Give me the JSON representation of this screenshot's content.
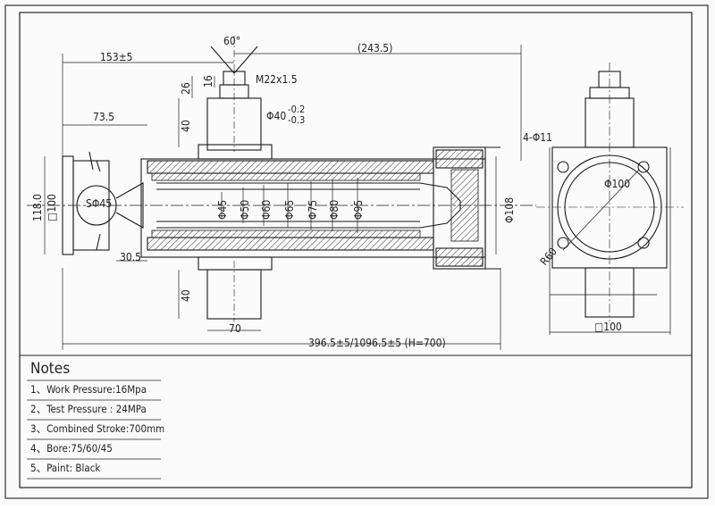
{
  "dimensions": {
    "angle": "60°",
    "total_length_top": "(243.5)",
    "left_offset": "153±5",
    "thread": "M22x1.5",
    "d26": "26",
    "d16": "16",
    "d40_top": "40",
    "rod_diameter": "Φ40",
    "rod_tol_upper": "-0.2",
    "rod_tol_lower": "-0.3",
    "d73_5": "73.5",
    "ball": "SΦ45",
    "d118_0": "118.0",
    "sq100_left": "□100",
    "d30_5": "30.5",
    "d40_bottom": "40",
    "d70": "70",
    "overall_length": "396.5±5/1096.5±5  (H=700)",
    "stage_diameters": [
      "Φ45",
      "Φ50",
      "Φ60",
      "Φ65",
      "Φ75",
      "Φ80",
      "Φ95"
    ],
    "barrel_diameter": "Φ108",
    "holes": "4-Φ11",
    "pitch_circle": "Φ100",
    "radius": "R60",
    "sq100_right": "□100"
  },
  "notes": {
    "title": "Notes",
    "items": [
      "1、Work Pressure:16Mpa",
      "2、Test Pressure : 24MPa",
      "3、Combined Stroke:700mm",
      "4、Bore:75/60/45",
      "5、Paint: Black"
    ]
  },
  "colors": {
    "line": "#1a1a1a",
    "paper": "#fbfbfb"
  }
}
